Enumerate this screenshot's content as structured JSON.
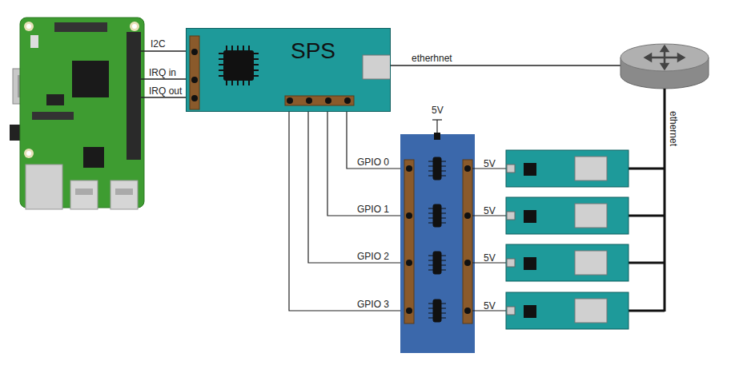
{
  "diagram": {
    "nodes": [
      {
        "text": [
          "SPS"
        ]
      }
    ],
    "labels": [
      "I2C",
      "IRQ in",
      "IRQ out",
      "etherhnet",
      "ethernet",
      "5V",
      "GPIO 0",
      "5V",
      "GPIO 1",
      "5V",
      "GPIO 2",
      "5V",
      "GPIO 3",
      "5V"
    ]
  }
}
